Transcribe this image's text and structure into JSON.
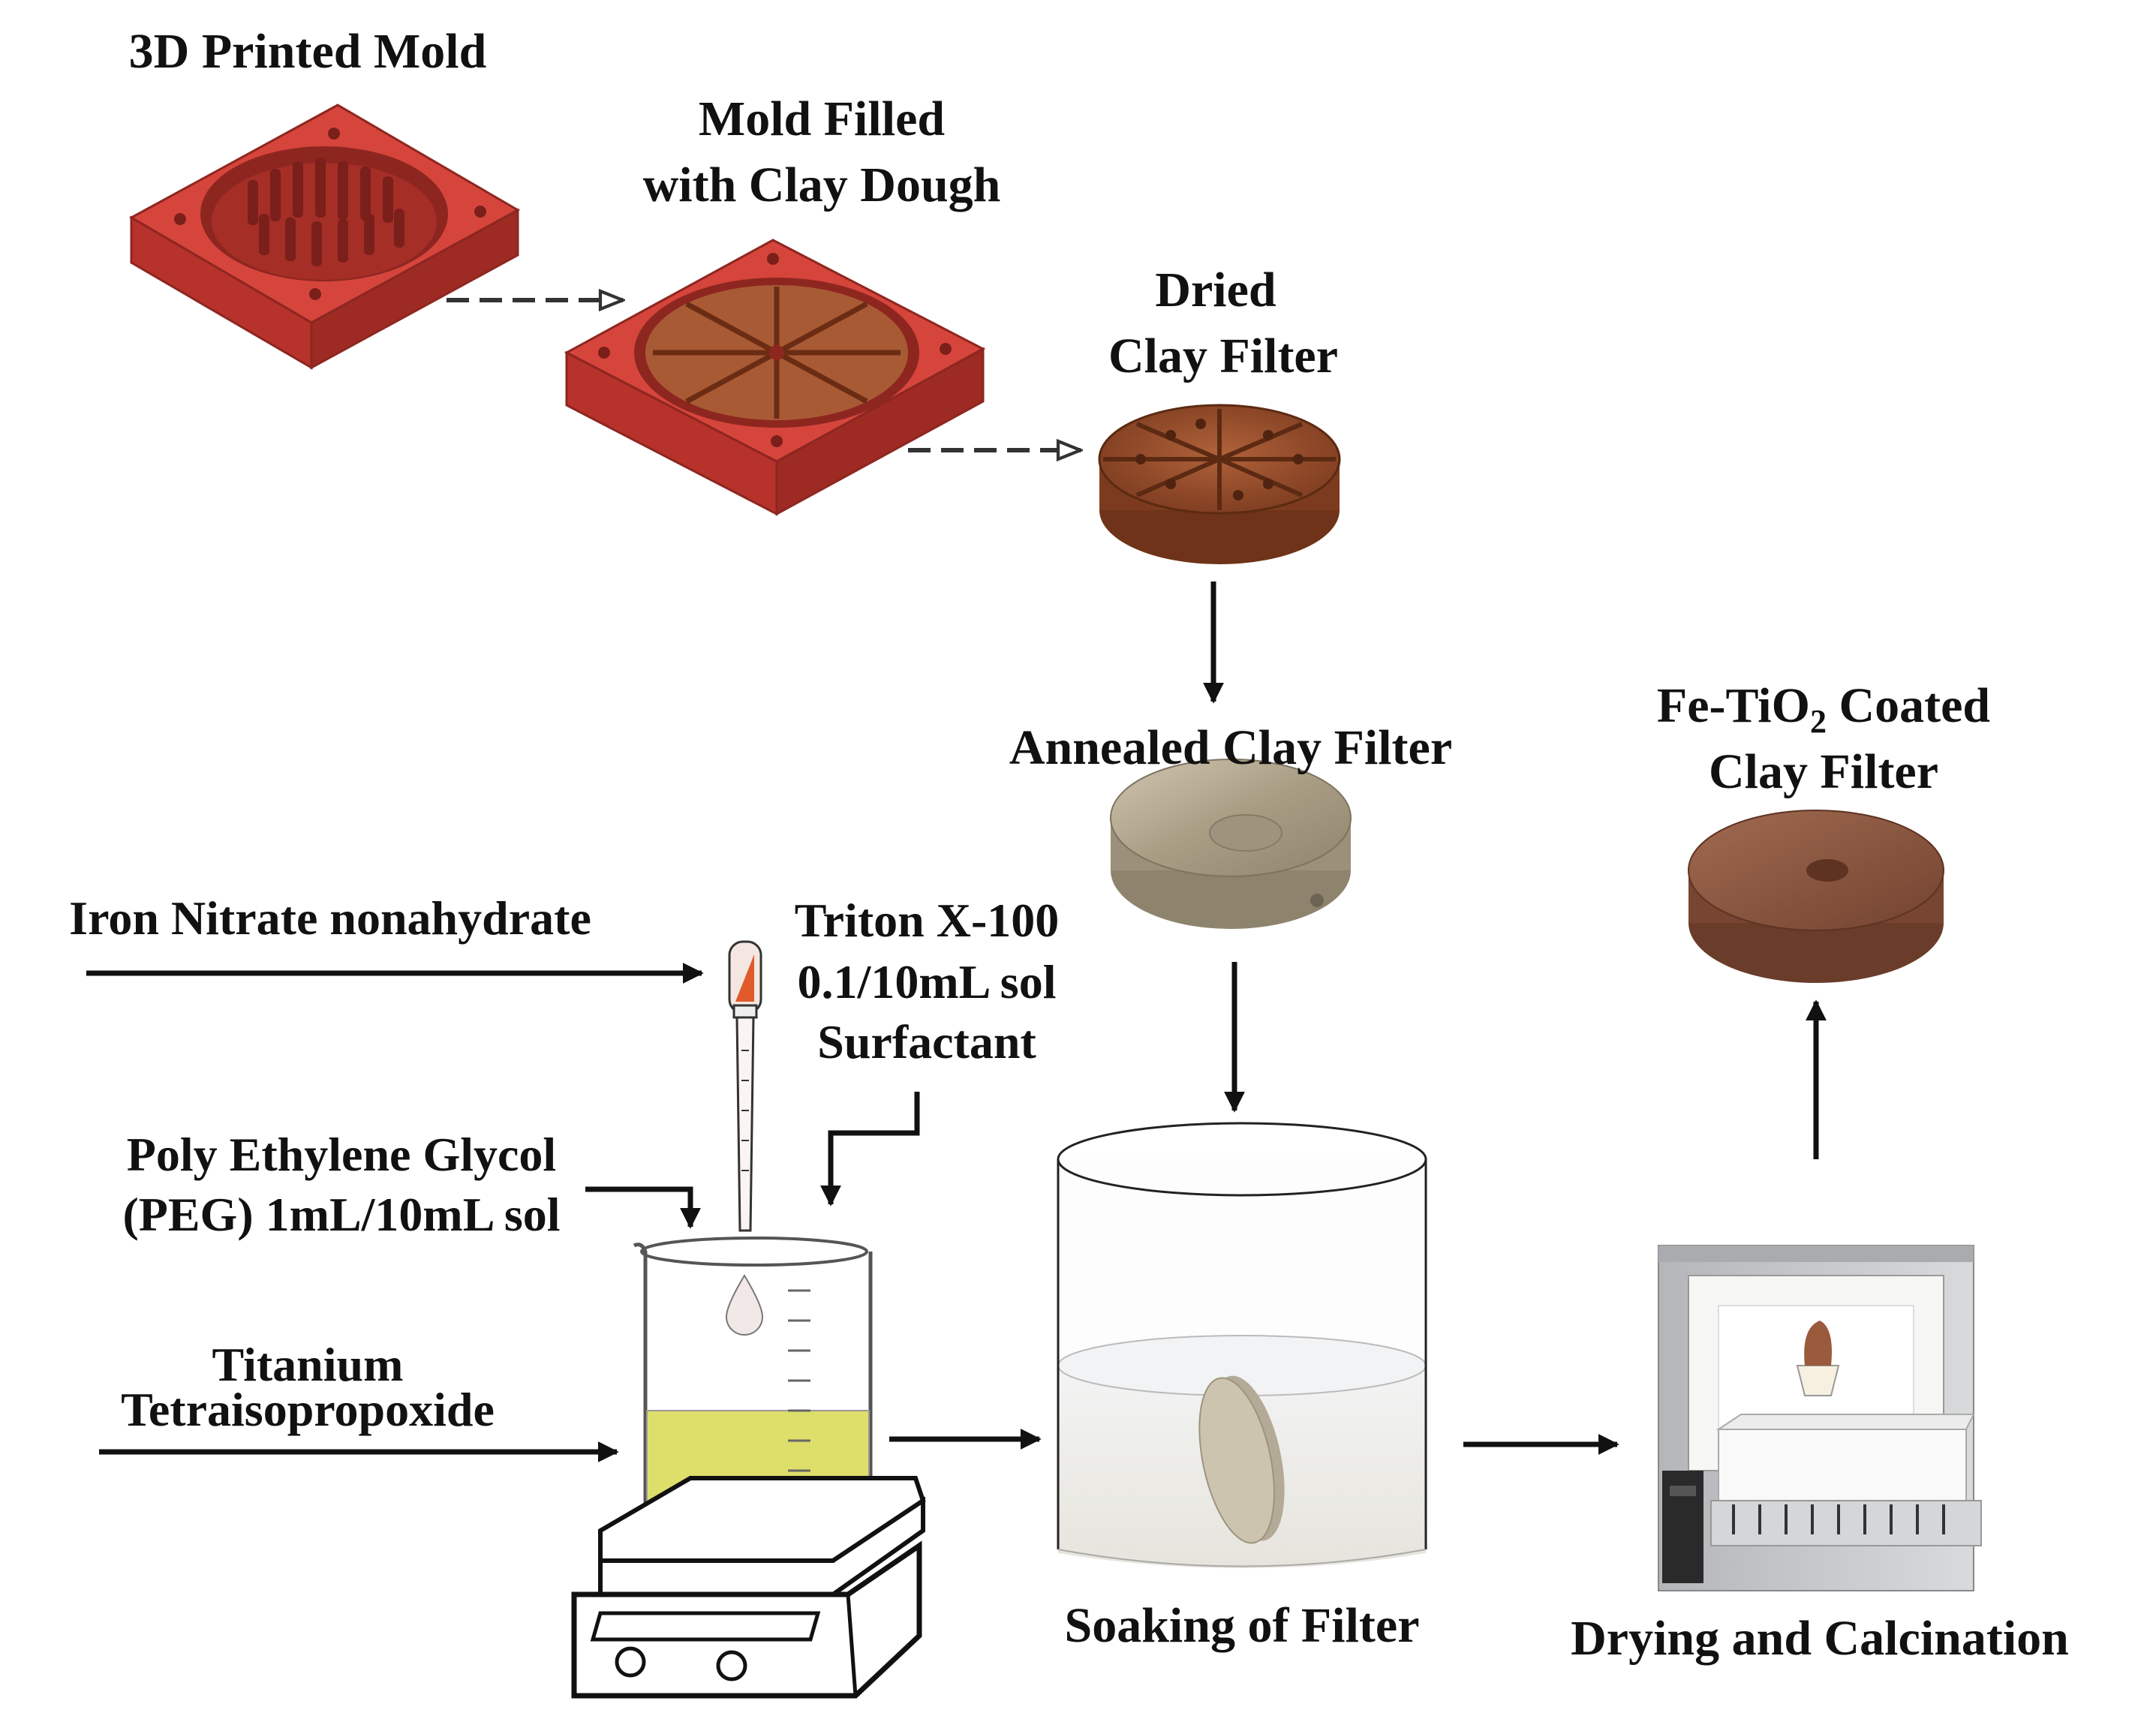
{
  "colors": {
    "mold": "#cf3b33",
    "mold_dark": "#8e2620",
    "clay": "#9a4f2d",
    "annealed": "#b5aa93",
    "coated": "#8c5840",
    "solution": "#dede6a",
    "water": "#eef0f2",
    "oven": "#c7c9cc",
    "text": "#111111"
  },
  "steps": {
    "printed_mold": "3D Printed Mold",
    "mold_filled": [
      "Mold Filled",
      "with Clay Dough"
    ],
    "dried": [
      "Dried",
      "Clay Filter"
    ],
    "annealed": "Annealed Clay Filter",
    "coated": {
      "prefix": "Fe-TiO",
      "subscript": "2",
      "suffix": " Coated",
      "line2": "Clay Filter"
    },
    "soaking": "Soaking of Filter",
    "drying": "Drying and Calcination"
  },
  "reagents": {
    "iron": "Iron Nitrate nonahydrate",
    "triton": [
      "Triton X-100",
      "0.1/10mL sol",
      "Surfactant"
    ],
    "peg": [
      "Poly Ethylene Glycol",
      "(PEG) 1mL/10mL sol"
    ],
    "titanium": [
      "Titanium",
      "Tetraisopropoxide"
    ]
  },
  "icons": [
    "mold-icon",
    "filled-mold-icon",
    "dried-filter-icon",
    "annealed-filter-icon",
    "coated-filter-icon",
    "pipette-icon",
    "beaker-icon",
    "hot-plate-icon",
    "soaking-jar-icon",
    "furnace-icon"
  ]
}
